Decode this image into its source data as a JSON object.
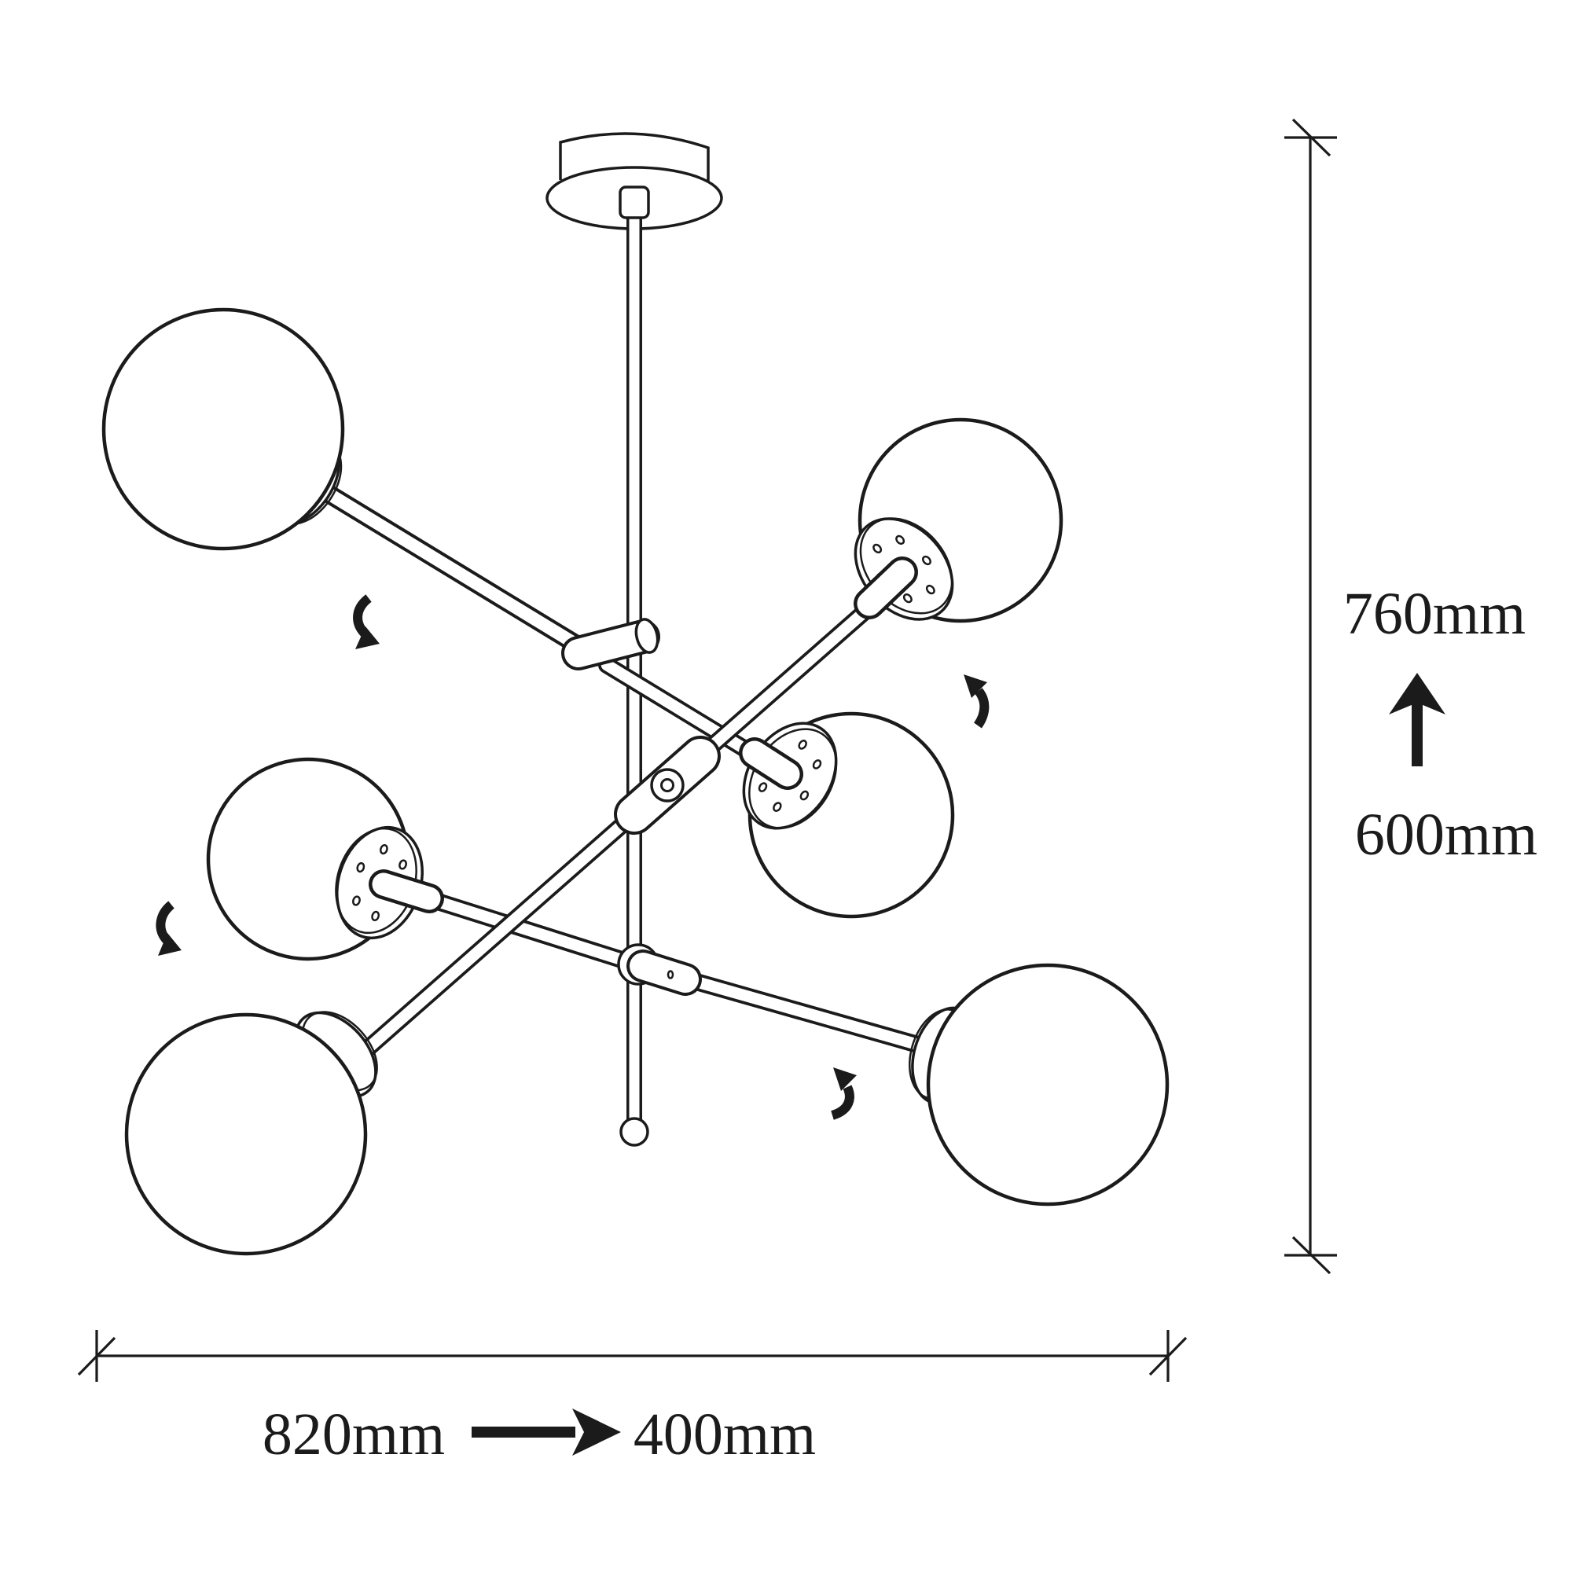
{
  "canvas": {
    "background": "#ffffff",
    "ink_color": "#1b1b1b"
  },
  "drawing": {
    "subject_icon": "chandelier-line-drawing",
    "globe_count": 6,
    "arm_count": 3,
    "rotation_arrow_count": 4,
    "rotation_arrow_icons": [
      "rotate-arrow-icon",
      "rotate-arrow-icon",
      "rotate-arrow-icon",
      "rotate-arrow-icon"
    ]
  },
  "vertical_dimension": {
    "label_top": "760mm",
    "label_bottom": "600mm",
    "arrow_icon": "arrow-up-icon"
  },
  "horizontal_dimension": {
    "label_left": "820mm",
    "label_right": "400mm",
    "arrow_icon": "arrow-right-icon"
  }
}
